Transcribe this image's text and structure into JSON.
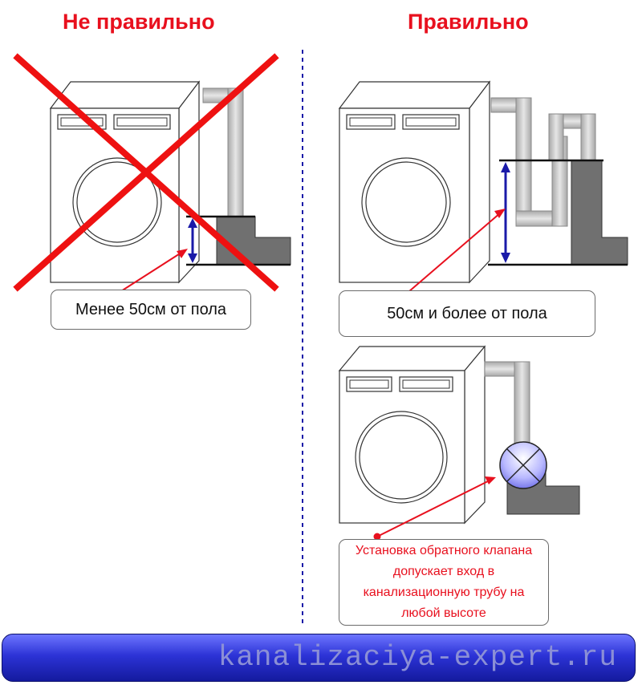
{
  "titles": {
    "wrong": "Не правильно",
    "right": "Правильно"
  },
  "labels": {
    "wrong": "Менее 50см от пола",
    "right": "50см и более от пола",
    "valve": "Установка обратного клапана допускает вход в канализационную трубу на любой высоте"
  },
  "footer": {
    "site": "kanalizaciya-expert.ru"
  },
  "colors": {
    "title_red": "#e8101e",
    "cross_red": "#ee1111",
    "arrow_blue": "#1a1aa8",
    "divider_blue": "#1a1aa8",
    "pipe_gray": "#c8c8c8",
    "drain_dark": "#707070"
  },
  "icons": {
    "wrong_mark": "cross-icon",
    "valve": "check-valve-icon"
  }
}
